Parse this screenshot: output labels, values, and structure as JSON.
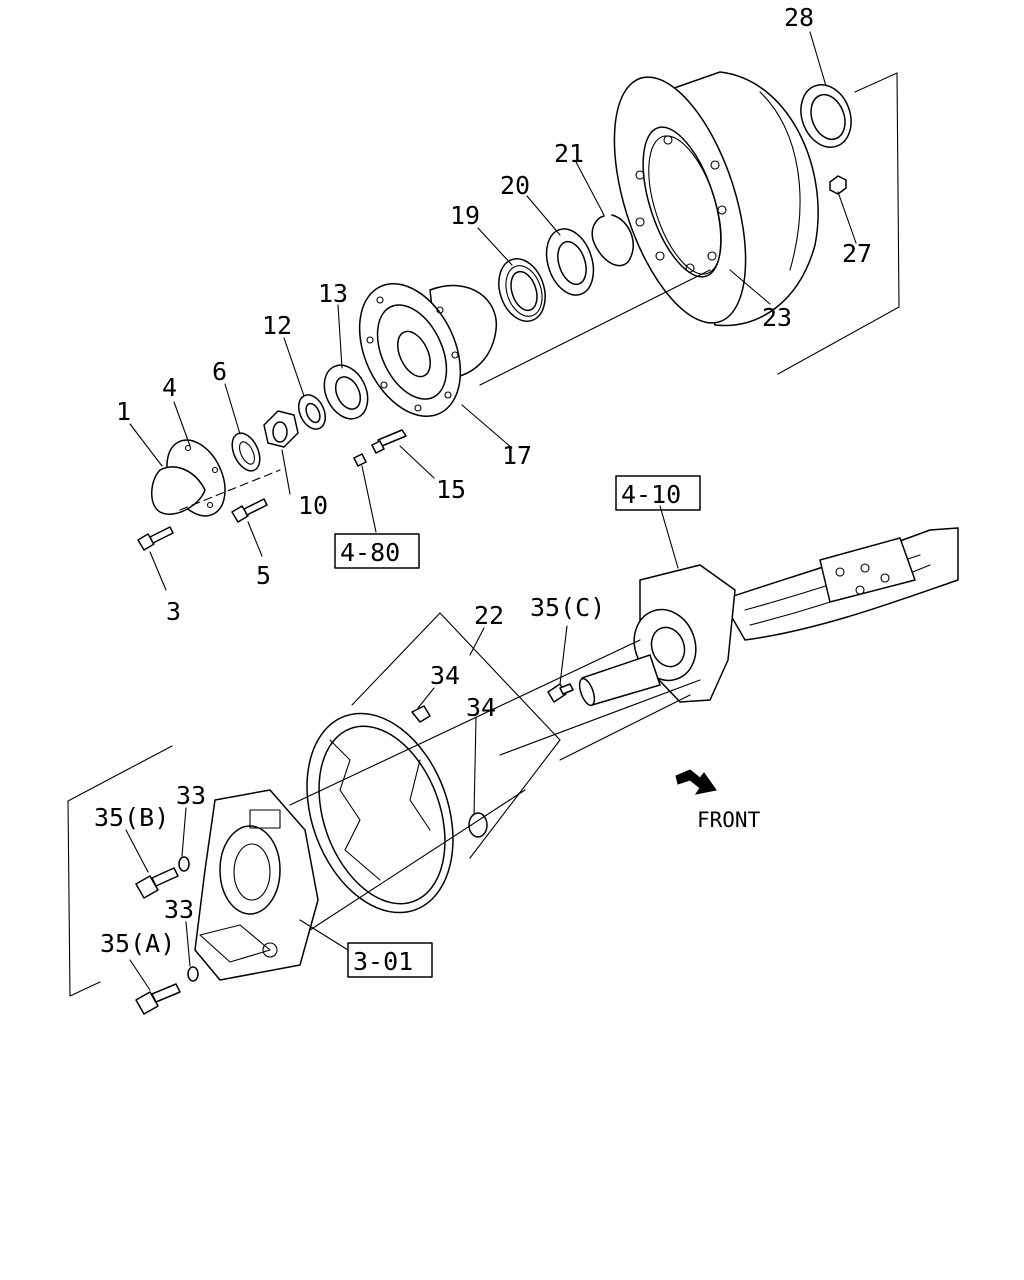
{
  "parts": [
    {
      "id": "p1",
      "text": "1"
    },
    {
      "id": "p3",
      "text": "3"
    },
    {
      "id": "p4",
      "text": "4"
    },
    {
      "id": "p5",
      "text": "5"
    },
    {
      "id": "p6",
      "text": "6"
    },
    {
      "id": "p10",
      "text": "10"
    },
    {
      "id": "p12",
      "text": "12"
    },
    {
      "id": "p13",
      "text": "13"
    },
    {
      "id": "p15",
      "text": "15"
    },
    {
      "id": "p17",
      "text": "17"
    },
    {
      "id": "p19",
      "text": "19"
    },
    {
      "id": "p20",
      "text": "20"
    },
    {
      "id": "p21",
      "text": "21"
    },
    {
      "id": "p22",
      "text": "22"
    },
    {
      "id": "p23",
      "text": "23"
    },
    {
      "id": "p27",
      "text": "27"
    },
    {
      "id": "p28",
      "text": "28"
    },
    {
      "id": "p33a",
      "text": "33"
    },
    {
      "id": "p33b",
      "text": "33"
    },
    {
      "id": "p34a",
      "text": "34"
    },
    {
      "id": "p34b",
      "text": "34"
    },
    {
      "id": "p35a",
      "text": "35(A)"
    },
    {
      "id": "p35b",
      "text": "35(B)"
    },
    {
      "id": "p35c",
      "text": "35(C)"
    }
  ],
  "references": [
    {
      "id": "r480",
      "text": "4-80"
    },
    {
      "id": "r410",
      "text": "4-10"
    },
    {
      "id": "r301",
      "text": "3-01"
    }
  ],
  "front_label": "FRONT",
  "front_icon": "arrow-icon"
}
